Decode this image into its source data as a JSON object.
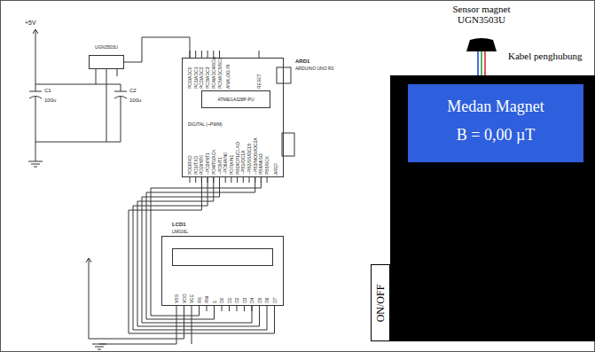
{
  "diagram": {
    "nodes": [
      {
        "text": [
          "UGN3503U"
        ]
      },
      {
        "text": [
          "ARD1",
          "ARDUINO UNO R3"
        ]
      },
      {
        "text": [
          "ATMEGA328P-PU"
        ],
        "in": 1
      },
      {
        "text": [
          "LCD1",
          "LM016L"
        ]
      },
      {
        "text": [
          "Sensor magnet UGN3503U"
        ]
      },
      {
        "text": []
      },
      {
        "text": [
          "Medan Magnet",
          "B = 0,00 µT"
        ],
        "in": 5
      },
      {
        "text": [
          "ON/OFF"
        ],
        "in": 5
      }
    ],
    "edges": [
      {
        "from": 0,
        "to": 1,
        "arrow": "none"
      },
      {
        "from": 1,
        "to": 3,
        "arrow": "none"
      },
      {
        "from": 4,
        "to": 5,
        "arrow": "none",
        "label": "Kabel penghubung"
      }
    ],
    "labels": [
      "+5V",
      "C1",
      "100u",
      "C2",
      "100u",
      "PC0/ADC0",
      "PC1/ADC1",
      "PC2/ADC2",
      "PC3/ADC3",
      "PC4/ADC4/SDA",
      "PC5/ADC5/SCL",
      "ANALOG IN",
      "RESET",
      "AREF",
      "DIGITAL (~PWM)",
      "PD0/RXD",
      "PD1/TXD",
      "PD2/INT0",
      "~PD3/INT1",
      "PD4/T0/XCK",
      "~PD5/T1",
      "~PD6/AIN0",
      "PD7/AIN1",
      "PB0/ICP1/CLKO",
      "~PB1/OC1A",
      "~PB2/SS/OC1B",
      "~PB3/MOSI/OC2A",
      "PB4/MISO",
      "PB5/SCK",
      "VSS",
      "VDD",
      "VEE",
      "RS",
      "RW",
      "E",
      "D0",
      "D1",
      "D2",
      "D3",
      "D4",
      "D5",
      "D6",
      "D7"
    ]
  }
}
